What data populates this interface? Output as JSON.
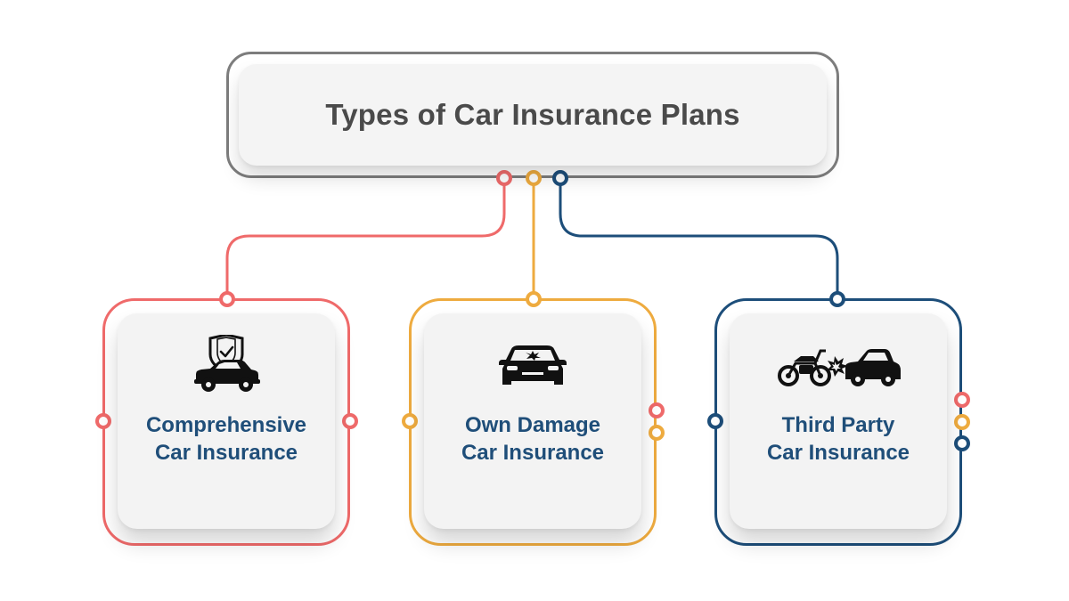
{
  "title": "Types of Car Insurance Plans",
  "colors": {
    "red": "#ef6a6a",
    "orange": "#eeab3f",
    "blue": "#1d4e7a",
    "title_border": "#7d7d7d",
    "label_text": "#1f4e79"
  },
  "plans": [
    {
      "line1": "Comprehensive",
      "line2": "Car Insurance",
      "icon": "shield-car-icon",
      "color": "red"
    },
    {
      "line1": "Own Damage",
      "line2": "Car Insurance",
      "icon": "car-damage-icon",
      "color": "orange"
    },
    {
      "line1": "Third Party",
      "line2": "Car Insurance",
      "icon": "car-collision-icon",
      "color": "blue"
    }
  ]
}
